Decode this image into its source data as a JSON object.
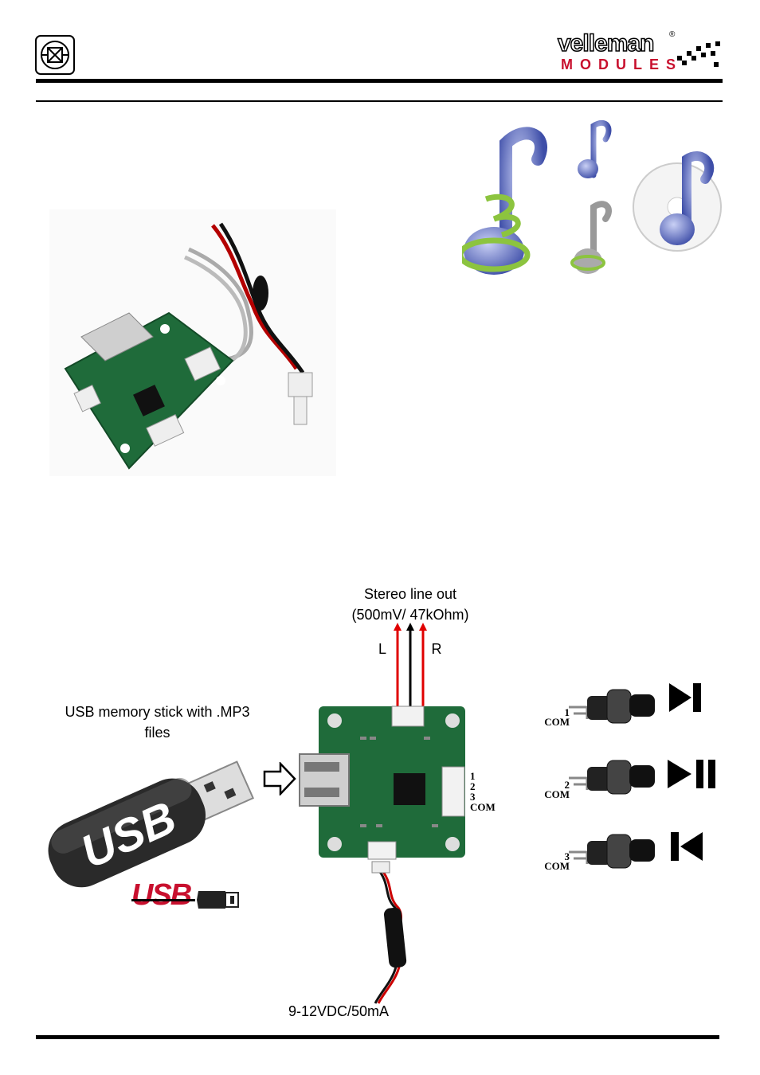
{
  "header": {
    "brand_top": "velleman",
    "brand_registered": "®",
    "brand_bottom": "MODULES"
  },
  "diagram": {
    "line_out_title": "Stereo line out",
    "line_out_spec": "(500mV/ 47kOhm)",
    "left_channel": "L",
    "right_channel": "R",
    "usb_caption_line1": "USB memory stick with .MP3",
    "usb_caption_line2": "files",
    "usb_stick_text": "USB",
    "usb_logo_text": "USB",
    "power_spec": "9-12VDC/50mA",
    "connector_pins": [
      "1",
      "2",
      "3",
      "COM"
    ],
    "buttons": [
      {
        "number": "1",
        "com": "COM",
        "function_icon": "next-track-icon"
      },
      {
        "number": "2",
        "com": "COM",
        "function_icon": "play-pause-icon"
      },
      {
        "number": "3",
        "com": "COM",
        "function_icon": "previous-track-icon"
      }
    ]
  },
  "colors": {
    "brand_red": "#c8102e",
    "pcb_green": "#1f6b3a",
    "arrow_red": "#e00000",
    "note_blue": "#4a5bb5",
    "note_green": "#8cc43f"
  }
}
